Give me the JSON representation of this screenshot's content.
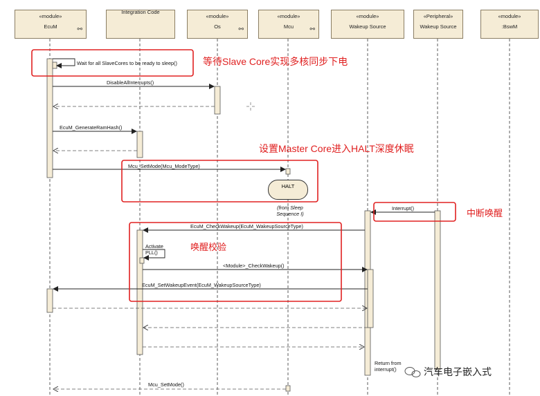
{
  "lifelines": [
    {
      "stereotype": "«module»",
      "name": "EcuM",
      "module_icon": true
    },
    {
      "stereotype": "",
      "name": "Integration Code",
      "module_icon": false
    },
    {
      "stereotype": "«module»",
      "name": "Os",
      "module_icon": true
    },
    {
      "stereotype": "«module»",
      "name": "Mcu",
      "module_icon": true
    },
    {
      "stereotype": "«module»",
      "name": "Wakeup Source",
      "module_icon": false
    },
    {
      "stereotype": "«Peripheral»",
      "name": "Wakeup Source",
      "module_icon": false
    },
    {
      "stereotype": "«module»",
      "name": ":BswM",
      "module_icon": false
    }
  ],
  "notes": {
    "wait_slave": "Wait for all SlaveCores to be ready to sleep()",
    "activate_pll": "Activate PLL()",
    "halt": "HALT",
    "from_sleep": "(from Sleep Sequence I)",
    "return_from_interrupt": "Return from interrupt()"
  },
  "messages": {
    "disable_interrupts": "DisableAllInterrupts()",
    "generate_ram_hash": "EcuM_GenerateRamHash()",
    "mcu_set_mode": "Mcu_SetMode(Mcu_ModeType)",
    "interrupt": "Interrupt()",
    "check_wakeup": "EcuM_CheckWakeup(EcuM_WakeupSourceType)",
    "module_check_wakeup": "<Module>_CheckWakeup()",
    "set_wakeup_event": "EcuM_SetWakeupEvent(EcuM_WakeupSourceType)",
    "mcu_set_mode_end": "Mcu_SetMode()"
  },
  "annotations": {
    "slave_sync": "等待Slave Core实现多核同步下电",
    "master_halt": "设置Master Core进入HALT深度休眠",
    "interrupt_wakeup": "中断唤醒",
    "wakeup_check": "唤醒校验"
  },
  "watermark": "汽车电子嵌入式",
  "colors": {
    "box_fill": "#f5ecd6",
    "annotation_red": "#e02020",
    "line": "#333333"
  }
}
